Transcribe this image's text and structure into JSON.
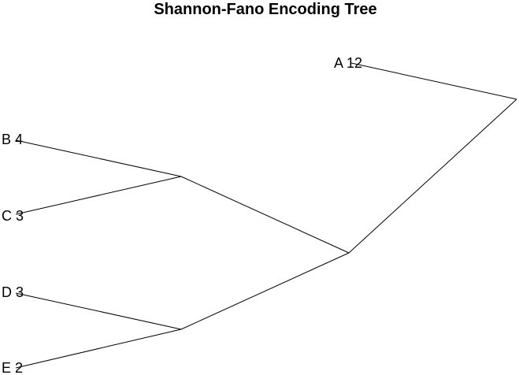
{
  "title": "Shannon-Fano Encoding Tree",
  "tree": {
    "children": [
      {
        "label": "A 12"
      },
      {
        "children": [
          {
            "children": [
              {
                "label": "B 4"
              },
              {
                "label": "C 3"
              }
            ]
          },
          {
            "children": [
              {
                "label": "D 3"
              },
              {
                "label": "E 2"
              }
            ]
          }
        ]
      }
    ]
  },
  "colors": {
    "line": "#000000",
    "text": "#000000",
    "background": "#ffffff"
  }
}
